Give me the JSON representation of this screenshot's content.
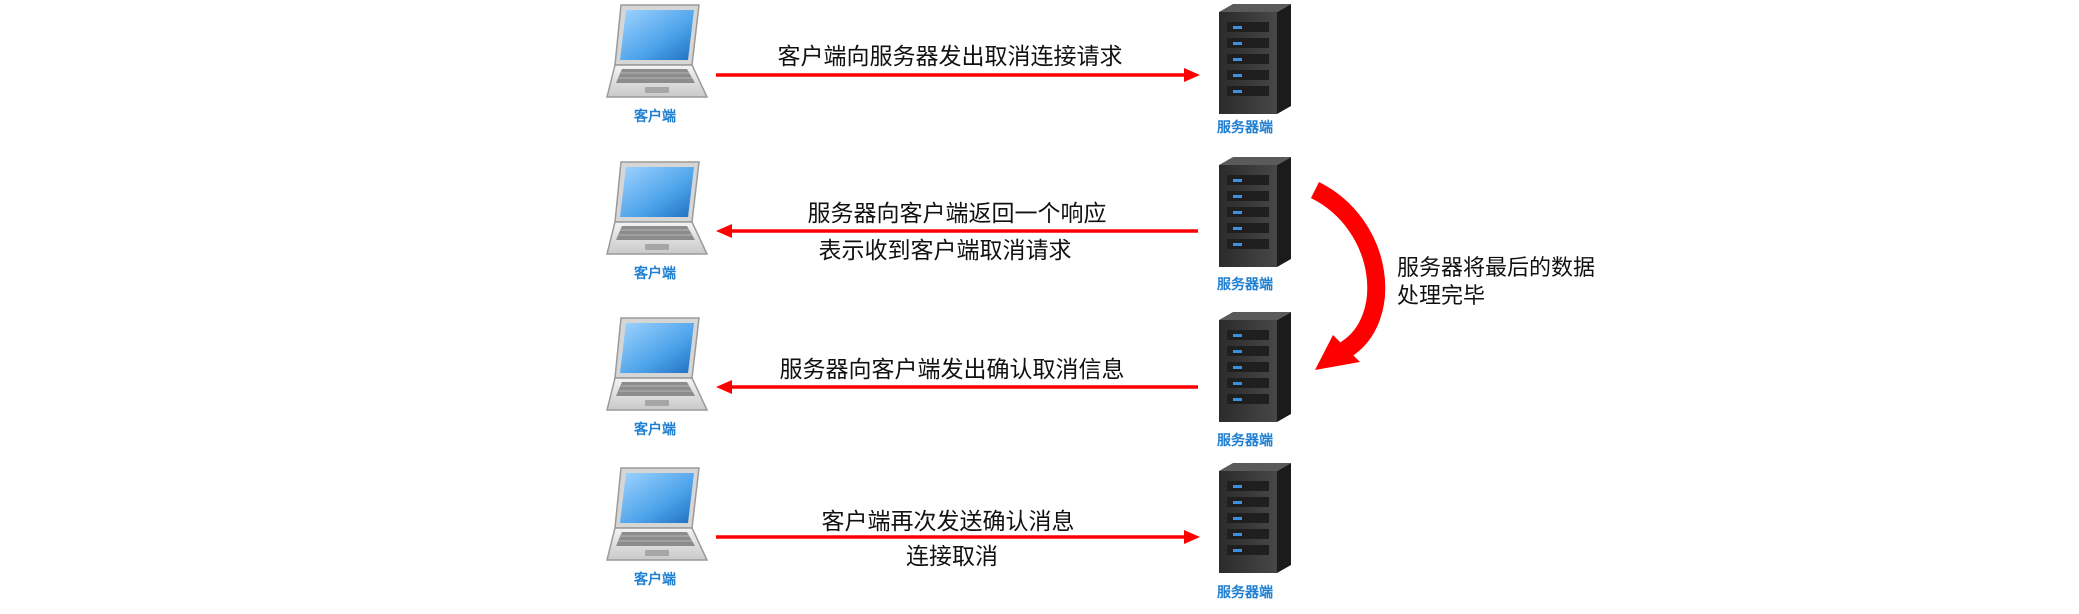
{
  "labels": {
    "client": "客户端",
    "server": "服务器端"
  },
  "rows": [
    {
      "direction": "right",
      "lines": [
        "客户端向服务器发出取消连接请求"
      ]
    },
    {
      "direction": "left",
      "lines": [
        "服务器向客户端返回一个响应",
        "表示收到客户端取消请求"
      ]
    },
    {
      "direction": "left",
      "lines": [
        "服务器向客户端发出确认取消信息"
      ]
    },
    {
      "direction": "right",
      "lines": [
        "客户端再次发送确认消息",
        "连接取消"
      ]
    }
  ],
  "side_note": {
    "lines": [
      "服务器将最后的数据",
      "处理完毕"
    ]
  },
  "colors": {
    "arrow": "#ff0000",
    "label": "#1f7fd1",
    "server": "#3a3a3a",
    "server_led": "#3f8fe0"
  },
  "icons": {
    "client": "laptop-icon",
    "server": "server-tower-icon",
    "process": "curved-arrow-icon"
  }
}
